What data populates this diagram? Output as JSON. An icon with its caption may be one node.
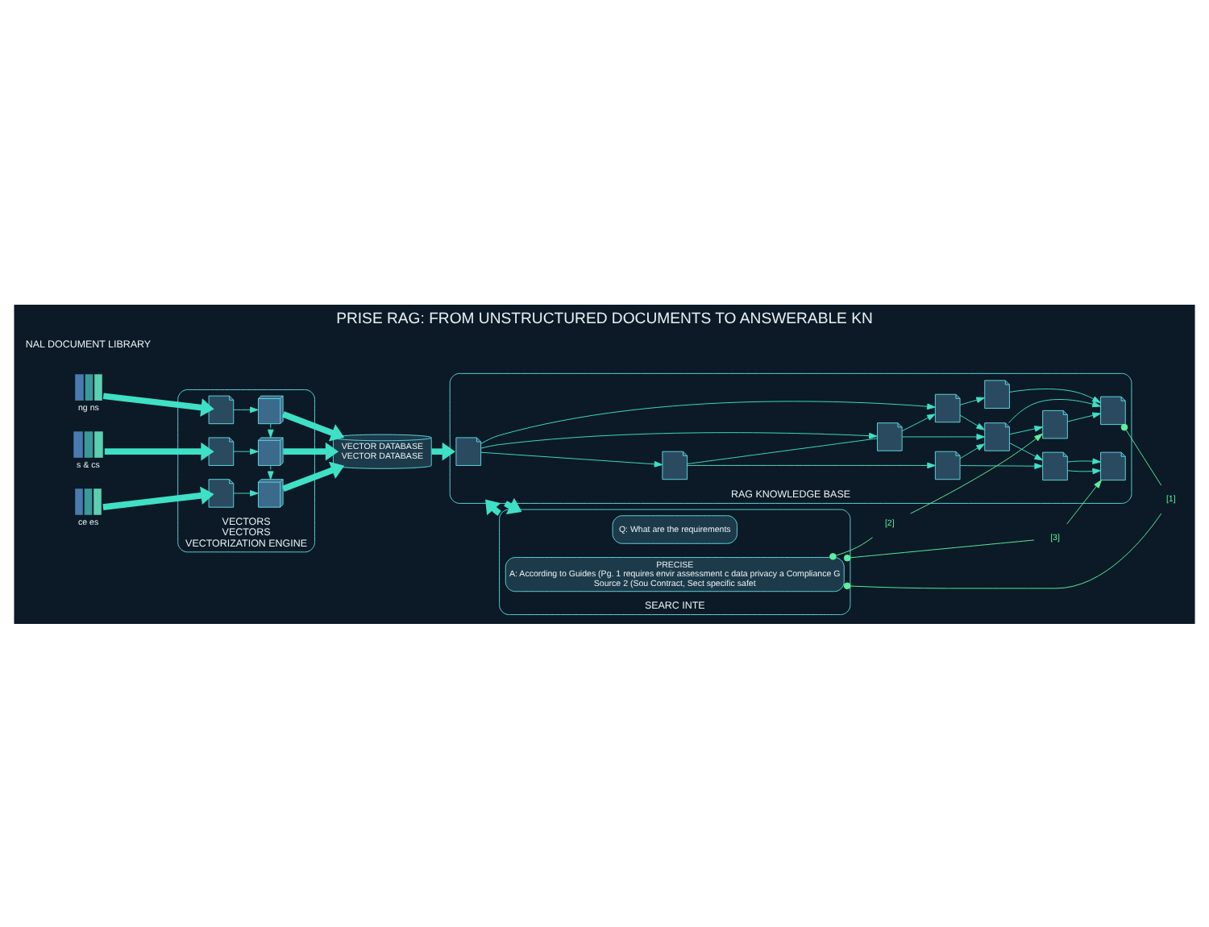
{
  "diagram": {
    "title": "PRISE RAG: FROM UNSTRUCTURED DOCUMENTS TO ANSWERABLE KN",
    "nodes": [
      {
        "text": [],
        "shape": "picture",
        "beside": [
          "ng ns"
        ]
      },
      {
        "text": [],
        "shape": "picture",
        "beside": [
          "s & cs"
        ]
      },
      {
        "text": [],
        "shape": "picture",
        "beside": [
          "ce es"
        ]
      },
      {
        "text": [
          "VECTORS",
          "VECTORS",
          "VECTORIZATION ENGINE"
        ]
      },
      {
        "text": [],
        "shape": "document",
        "in": 3
      },
      {
        "text": [],
        "shape": "document",
        "in": 3
      },
      {
        "text": [],
        "shape": "document",
        "in": 3
      },
      {
        "text": [],
        "shape": "cube",
        "in": 3
      },
      {
        "text": [],
        "shape": "cube",
        "in": 3
      },
      {
        "text": [],
        "shape": "cube",
        "in": 3
      },
      {
        "text": [
          "VECTOR DATABASE",
          "VECTOR DATABASE"
        ]
      },
      {
        "text": [
          "RAG KNOWLEDGE BASE"
        ]
      },
      {
        "text": [],
        "shape": "document",
        "in": 11
      },
      {
        "text": [],
        "shape": "document",
        "in": 11
      },
      {
        "text": [],
        "shape": "document",
        "in": 11
      },
      {
        "text": [],
        "shape": "document",
        "in": 11
      },
      {
        "text": [],
        "shape": "document",
        "in": 11
      },
      {
        "text": [],
        "shape": "document",
        "in": 11
      },
      {
        "text": [],
        "shape": "document",
        "in": 11
      },
      {
        "text": [],
        "shape": "document",
        "in": 11
      },
      {
        "text": [],
        "shape": "document",
        "in": 11
      },
      {
        "text": [],
        "shape": "document",
        "in": 11
      },
      {
        "text": [],
        "shape": "document",
        "in": 11
      },
      {
        "text": [
          "SEARC INTE"
        ]
      },
      {
        "text": [
          "Q: What are the requirements"
        ],
        "in": 23
      },
      {
        "text": [
          "PRECISE",
          "A: According to Guides (Pg. 1 requires envir assessment c data privacy a Compliance G",
          "Source 2 (Sou Contract, Sect specific safet"
        ],
        "in": 23
      },
      {
        "text": [
          "[1]"
        ]
      },
      {
        "text": [
          "[2]"
        ]
      },
      {
        "text": [
          "[3]"
        ]
      }
    ],
    "edges": [
      {
        "from": 0,
        "to": 4,
        "arrow": "to",
        "style": "thick"
      },
      {
        "from": 1,
        "to": 5,
        "arrow": "to",
        "style": "thick"
      },
      {
        "from": 2,
        "to": 6,
        "arrow": "to",
        "style": "thick"
      },
      {
        "from": 4,
        "to": 7,
        "arrow": "to"
      },
      {
        "from": 5,
        "to": 8,
        "arrow": "to"
      },
      {
        "from": 6,
        "to": 9,
        "arrow": "to"
      },
      {
        "from": 7,
        "to": 8,
        "arrow": "to",
        "style": "dashed"
      },
      {
        "from": 8,
        "to": 9,
        "arrow": "to",
        "style": "dashed"
      },
      {
        "from": 7,
        "to": 10,
        "arrow": "to",
        "style": "thick"
      },
      {
        "from": 8,
        "to": 10,
        "arrow": "to",
        "style": "thick"
      },
      {
        "from": 9,
        "to": 10,
        "arrow": "to",
        "style": "thick"
      },
      {
        "from": 10,
        "to": 11,
        "arrow": "to",
        "style": "thick"
      },
      {
        "from": 12,
        "to": 13,
        "arrow": "to"
      },
      {
        "from": 12,
        "to": 14,
        "arrow": "to"
      },
      {
        "from": 12,
        "to": 15,
        "arrow": "to"
      },
      {
        "from": 13,
        "to": 14,
        "arrow": "none"
      },
      {
        "from": 14,
        "to": 15,
        "arrow": "to"
      },
      {
        "from": 13,
        "to": 16,
        "arrow": "to"
      },
      {
        "from": 14,
        "to": 17,
        "arrow": "to"
      },
      {
        "from": 15,
        "to": 17,
        "arrow": "to"
      },
      {
        "from": 15,
        "to": 18,
        "arrow": "to"
      },
      {
        "from": 16,
        "to": 17,
        "arrow": "to"
      },
      {
        "from": 17,
        "to": 19,
        "arrow": "to"
      },
      {
        "from": 17,
        "to": 20,
        "arrow": "to"
      },
      {
        "from": 17,
        "to": 21,
        "arrow": "to"
      },
      {
        "from": 18,
        "to": 21,
        "arrow": "to"
      },
      {
        "from": 16,
        "to": 19,
        "arrow": "to"
      },
      {
        "from": 20,
        "to": 21,
        "arrow": "to"
      },
      {
        "from": 19,
        "to": 22,
        "arrow": "to"
      },
      {
        "from": 19,
        "to": 22,
        "arrow": "to"
      },
      {
        "from": 11,
        "to": 23,
        "arrow": "to",
        "style": "thick"
      },
      {
        "from": 23,
        "to": 11,
        "arrow": "to",
        "style": "thick"
      },
      {
        "from": 21,
        "to": 26,
        "arrow": "other",
        "color": "#5cf0a0"
      },
      {
        "from": 25,
        "to": 26,
        "arrow": "other",
        "color": "#5cf0a0"
      },
      {
        "from": 25,
        "to": 27,
        "arrow": "other",
        "color": "#5cf0a0"
      },
      {
        "from": 27,
        "to": 20,
        "arrow": "to",
        "color": "#5cf0a0"
      },
      {
        "from": 25,
        "to": 28,
        "arrow": "other",
        "color": "#5cf0a0"
      },
      {
        "from": 28,
        "to": 22,
        "arrow": "to",
        "color": "#5cf0a0"
      }
    ],
    "labels": [
      "NAL DOCUMENT LIBRARY"
    ]
  }
}
